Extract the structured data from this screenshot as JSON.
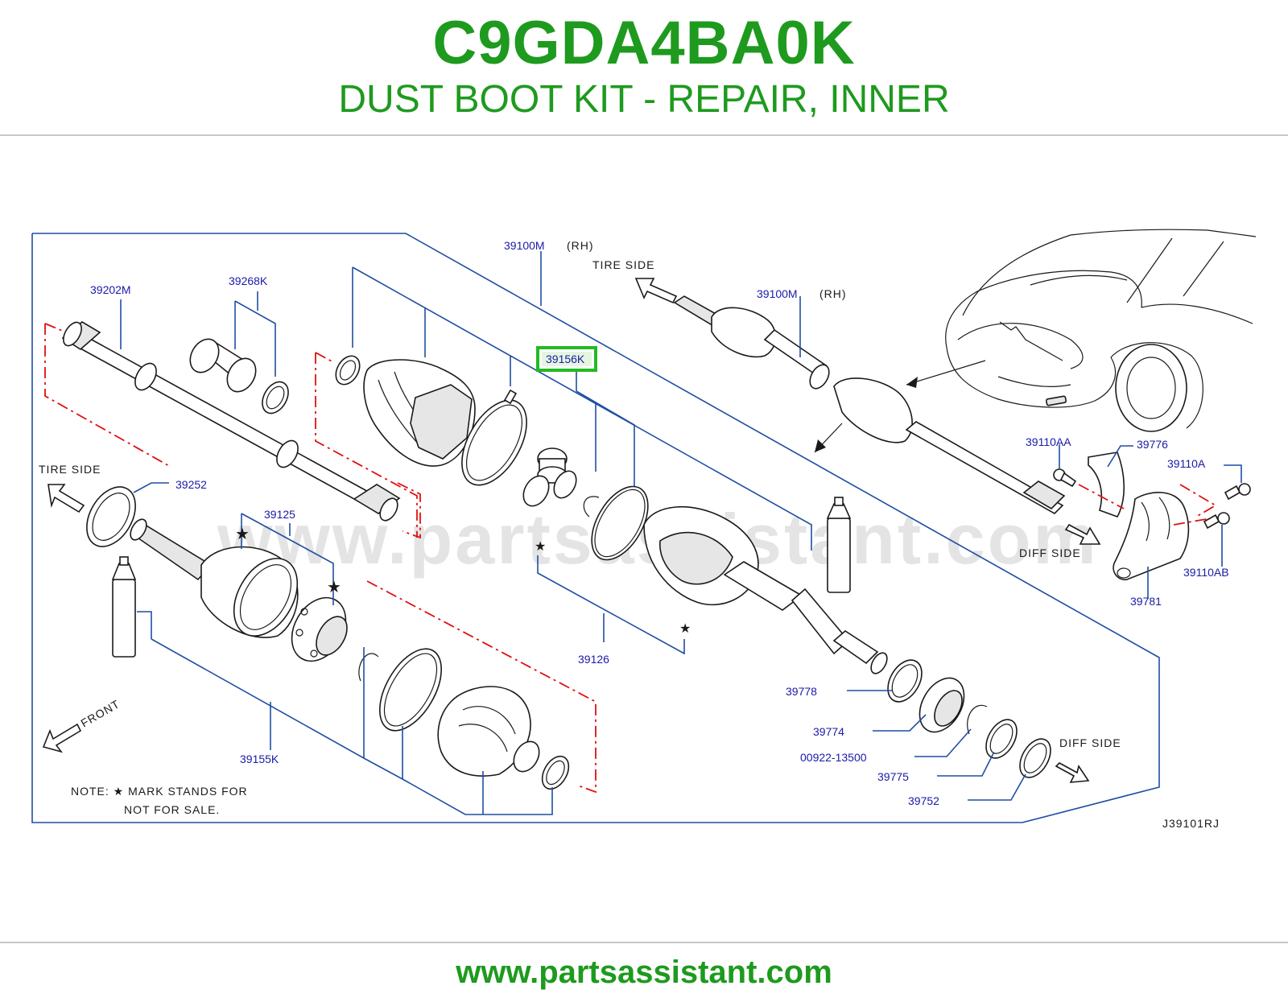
{
  "header": {
    "part_code": "C9GDA4BA0K",
    "part_name": "DUST BOOT KIT - REPAIR, INNER"
  },
  "diagram": {
    "watermark": "www.partsassistant.com",
    "reference_code": "J39101RJ",
    "highlighted_part": "39156K",
    "highlight_color": "#22bb22",
    "labels": {
      "p39202M": "39202M",
      "p39268K": "39268K",
      "p39100M_top": "39100M",
      "rh_top": "(RH)",
      "p39100M_right": "39100M",
      "rh_right": "(RH)",
      "p39156K": "39156K",
      "p39252": "39252",
      "p39125": "39125",
      "p39126": "39126",
      "p39155K": "39155K",
      "p39778": "39778",
      "p39774": "39774",
      "p00922": "00922-13500",
      "p39775": "39775",
      "p39752": "39752",
      "p39110AA": "39110AA",
      "p39776": "39776",
      "p39110A": "39110A",
      "p39110AB": "39110AB",
      "p39781": "39781"
    },
    "directions": {
      "tire_side_left": "TIRE   SIDE",
      "tire_side_top": "TIRE   SIDE",
      "diff_side_right": "DIFF   SIDE",
      "diff_side_bottom": "DIFF   SIDE",
      "front": "FRONT"
    },
    "note_line1": "NOTE:   ★  MARK   STANDS   FOR",
    "note_line2": "NOT   FOR   SALE.",
    "star_mark": "★"
  },
  "footer": {
    "url": "www.partsassistant.com"
  },
  "colors": {
    "brand_green": "#1e9a1e",
    "part_label_blue": "#1a1aa8",
    "leader_blue": "#1f4ea3",
    "dash_red": "#e01010"
  }
}
